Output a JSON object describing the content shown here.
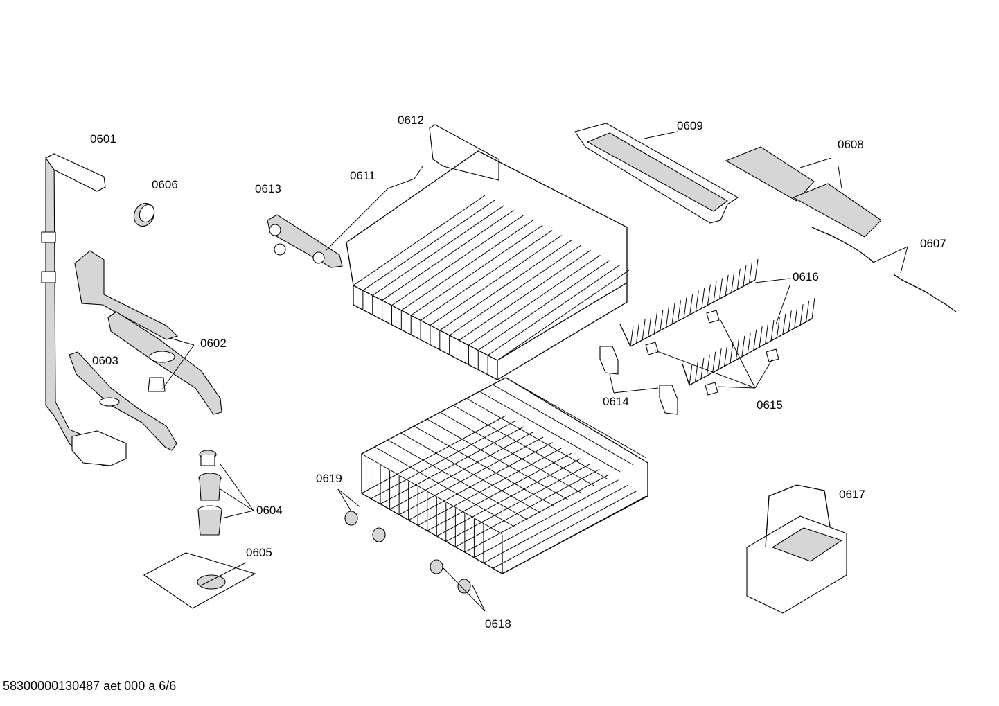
{
  "labels": {
    "p0601": "0601",
    "p0602": "0602",
    "p0603": "0603",
    "p0604": "0604",
    "p0605": "0605",
    "p0606": "0606",
    "p0607": "0607",
    "p0608": "0608",
    "p0609": "0609",
    "p0611": "0611",
    "p0612": "0612",
    "p0613": "0613",
    "p0614": "0614",
    "p0615": "0615",
    "p0616": "0616",
    "p0617": "0617",
    "p0618": "0618",
    "p0619": "0619"
  },
  "footer": "58300000130487 aet 000 a 6/6"
}
